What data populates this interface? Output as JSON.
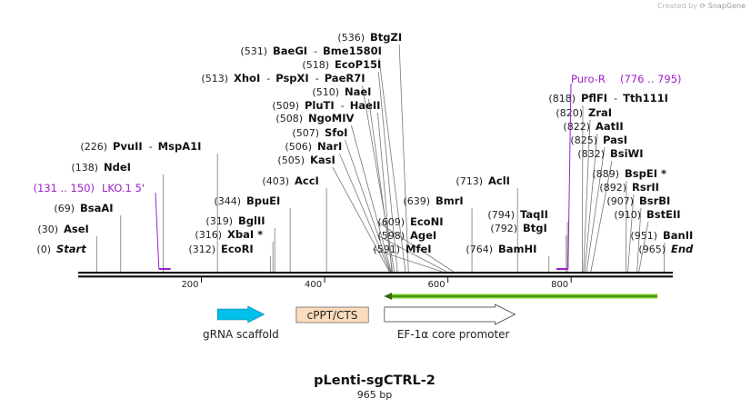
{
  "credit": {
    "prefix": "Created by",
    "brand": "SnapGene"
  },
  "plasmid": {
    "name": "pLenti-sgCTRL-2",
    "length_label": "965 bp"
  },
  "colors": {
    "primer": "#a020c8",
    "grna_scaffold": "#00bfe8",
    "cppt_cts": "#fcdcbc",
    "ef1a_promoter": "#ffffff",
    "orf_arrow": "#7ed02a"
  },
  "axis": {
    "length_bp": 965,
    "ticks": [
      {
        "bp": 200,
        "label": "200"
      },
      {
        "bp": 400,
        "label": "400"
      },
      {
        "bp": 600,
        "label": "600"
      },
      {
        "bp": 800,
        "label": "800"
      }
    ]
  },
  "sites": [
    {
      "name": "Start",
      "pos": "(0)",
      "bp": 0,
      "italic": true
    },
    {
      "name": "AseI",
      "pos": "(30)",
      "bp": 30
    },
    {
      "name": "BsaAI",
      "pos": "(69)",
      "bp": 69
    },
    {
      "name": "NdeI",
      "pos": "(138)",
      "bp": 138
    },
    {
      "name": "PvuII",
      "name2": "MspA1I",
      "pos": "(226)",
      "bp": 226
    },
    {
      "name": "EcoRI",
      "pos": "(312)",
      "bp": 312
    },
    {
      "name": "XbaI *",
      "pos": "(316)",
      "bp": 316
    },
    {
      "name": "BglII",
      "pos": "(319)",
      "bp": 319
    },
    {
      "name": "BpuEI",
      "pos": "(344)",
      "bp": 344
    },
    {
      "name": "AccI",
      "pos": "(403)",
      "bp": 403
    },
    {
      "name": "KasI",
      "pos": "(505)",
      "bp": 505
    },
    {
      "name": "NarI",
      "pos": "(506)",
      "bp": 506
    },
    {
      "name": "SfoI",
      "pos": "(507)",
      "bp": 507
    },
    {
      "name": "NgoMIV",
      "pos": "(508)",
      "bp": 508
    },
    {
      "name": "PluTI",
      "name2": "HaeII",
      "pos": "(509)",
      "bp": 509
    },
    {
      "name": "NaeI",
      "pos": "(510)",
      "bp": 510
    },
    {
      "name": "XhoI",
      "name2": "PspXI",
      "name3": "PaeR7I",
      "pos": "(513)",
      "bp": 513
    },
    {
      "name": "EcoP15I",
      "pos": "(518)",
      "bp": 518
    },
    {
      "name": "BaeGI",
      "name2": "Bme1580I",
      "pos": "(531)",
      "bp": 531
    },
    {
      "name": "BtgZI",
      "pos": "(536)",
      "bp": 536
    },
    {
      "name": "MfeI",
      "pos": "(591)",
      "bp": 591
    },
    {
      "name": "AgeI",
      "pos": "(598)",
      "bp": 598
    },
    {
      "name": "EcoNI",
      "pos": "(609)",
      "bp": 609
    },
    {
      "name": "BmrI",
      "pos": "(639)",
      "bp": 639
    },
    {
      "name": "AclI",
      "pos": "(713)",
      "bp": 713
    },
    {
      "name": "BamHI",
      "pos": "(764)",
      "bp": 764
    },
    {
      "name": "BtgI",
      "pos": "(792)",
      "bp": 792
    },
    {
      "name": "TaqII",
      "pos": "(794)",
      "bp": 794
    },
    {
      "name": "PflFI",
      "name2": "Tth111I",
      "pos": "(818)",
      "bp": 818
    },
    {
      "name": "ZraI",
      "pos": "(820)",
      "bp": 820
    },
    {
      "name": "AatII",
      "pos": "(822)",
      "bp": 822
    },
    {
      "name": "PasI",
      "pos": "(825)",
      "bp": 825
    },
    {
      "name": "BsiWI",
      "pos": "(832)",
      "bp": 832
    },
    {
      "name": "BspEI *",
      "pos": "(889)",
      "bp": 889
    },
    {
      "name": "RsrII",
      "pos": "(892)",
      "bp": 892
    },
    {
      "name": "BsrBI",
      "pos": "(907)",
      "bp": 907
    },
    {
      "name": "BstEII",
      "pos": "(910)",
      "bp": 910
    },
    {
      "name": "BanII",
      "pos": "(951)",
      "bp": 951
    },
    {
      "name": "End",
      "pos": "(965)",
      "bp": 965,
      "italic": true
    }
  ],
  "primers": [
    {
      "name": "LKO.1 5'",
      "range": "(131 .. 150)",
      "start": 131,
      "end": 150,
      "strand": "forward"
    },
    {
      "name": "Puro-R",
      "range": "(776 .. 795)",
      "start": 776,
      "end": 795,
      "strand": "reverse"
    }
  ],
  "features": [
    {
      "name": "gRNA scaffold",
      "start": 226,
      "end": 302,
      "strand": "forward"
    },
    {
      "name": "cPPT/CTS",
      "start": 354,
      "end": 471,
      "strand": "none"
    },
    {
      "name": "EF-1α core promoter",
      "start": 497,
      "end": 709,
      "strand": "forward"
    },
    {
      "name": "",
      "start": 496,
      "end": 940,
      "strand": "reverse",
      "kind": "orf"
    }
  ]
}
